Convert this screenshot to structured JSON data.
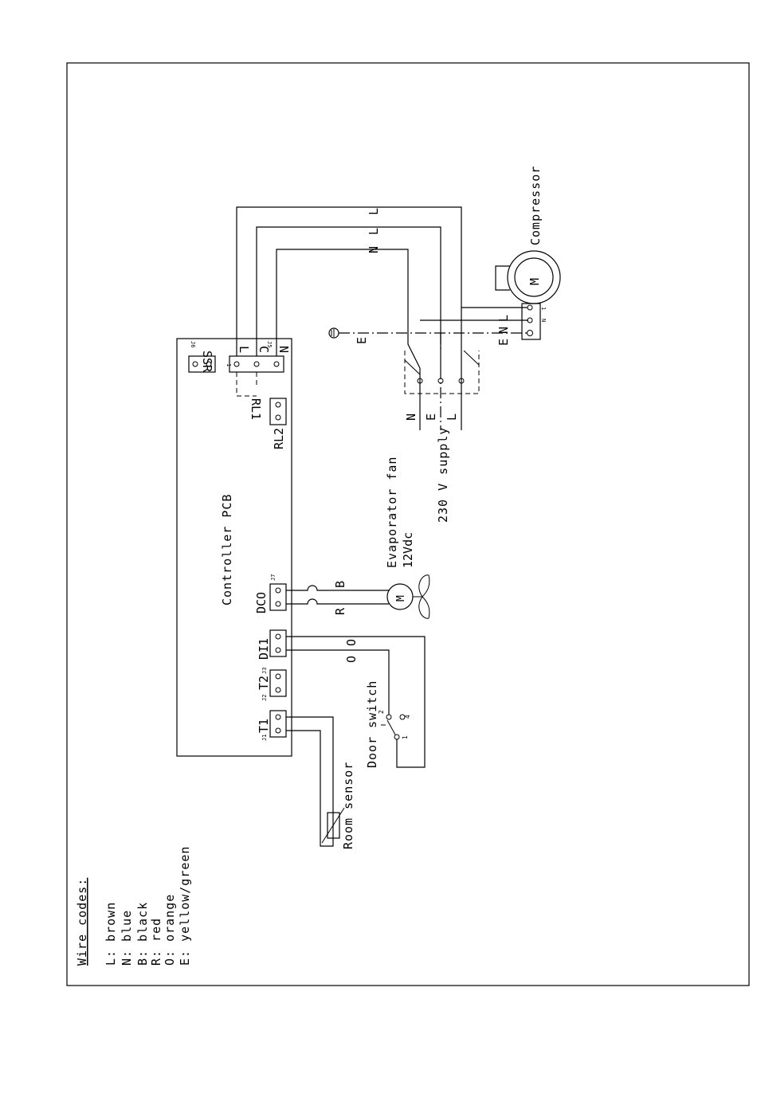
{
  "pcb": {
    "title": "Controller PCB",
    "ssr": "SSR",
    "ssr_ref": "J6",
    "relay_ref": "J5",
    "relay_pins": [
      "L",
      "C",
      "N"
    ],
    "relay_pin_num": "1",
    "rl1": "RL1",
    "rl2": "RL2",
    "dco": "DCO",
    "dco_ref": "J7",
    "di1": "DI1",
    "di1_ref": "J3",
    "t2": "T2",
    "t2_ref": "J2",
    "t1": "T1",
    "t1_ref": "J1"
  },
  "wires": {
    "top_labels": [
      "N",
      "L",
      "L"
    ],
    "fan_labels": [
      "B",
      "R"
    ],
    "door_labels": [
      "O",
      "O"
    ],
    "earth": "E"
  },
  "supply": {
    "label": "230 V supply",
    "lines": [
      "N",
      "E",
      "L"
    ]
  },
  "compressor": {
    "label": "Compressor",
    "motor": "M",
    "terminals": [
      "E",
      "N",
      "L"
    ],
    "pin_l": "1",
    "pin_n": "N"
  },
  "fan": {
    "label_line1": "Evaporator fan",
    "label_line2": "12Vdc",
    "motor": "M"
  },
  "door_switch": {
    "label": "Door switch",
    "pins": [
      "2",
      "4",
      "1"
    ]
  },
  "room_sensor": {
    "label": "Room sensor"
  },
  "legend": {
    "title": "Wire codes:",
    "items": [
      "L: brown",
      "N: blue",
      "B: black",
      "R: red",
      "O: orange",
      "E: yellow/green"
    ]
  }
}
